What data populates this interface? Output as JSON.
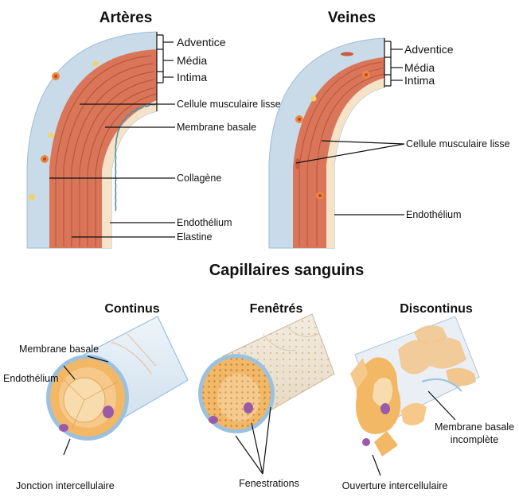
{
  "arteries": {
    "title": "Artères",
    "labels": {
      "adventice": "Adventice",
      "media": "Média",
      "intima": "Intima",
      "smooth_muscle": "Cellule musculaire lisse",
      "basement_membrane": "Membrane basale",
      "collagen": "Collagène",
      "endothelium": "Endothélium",
      "elastin": "Elastine"
    }
  },
  "veins": {
    "title": "Veines",
    "labels": {
      "adventice": "Adventice",
      "media": "Média",
      "intima": "Intima",
      "smooth_muscle": "Cellule musculaire lisse",
      "endothelium": "Endothélium"
    }
  },
  "capillaries": {
    "title": "Capillaires sanguins",
    "continuous": {
      "title": "Continus",
      "basement_membrane": "Membrane basale",
      "endothelium": "Endothélium",
      "junction": "Jonction intercellulaire"
    },
    "fenestrated": {
      "title": "Fenêtrés",
      "fenestrations": "Fenestrations"
    },
    "discontinuous": {
      "title": "Discontinus",
      "incomplete_membrane_line1": "Membrane basale",
      "incomplete_membrane_line2": "incomplète",
      "gap": "Ouverture intercellulaire"
    }
  },
  "colors": {
    "adventitia": "#c9dbe8",
    "media": "#d9765a",
    "media_dark": "#b84c33",
    "intima": "#f6e3c7",
    "endothelium_cell": "#f2b866",
    "membrane": "#9cc1de",
    "nucleus": "#9a5aa8",
    "elastin": "#4f8fa3"
  }
}
